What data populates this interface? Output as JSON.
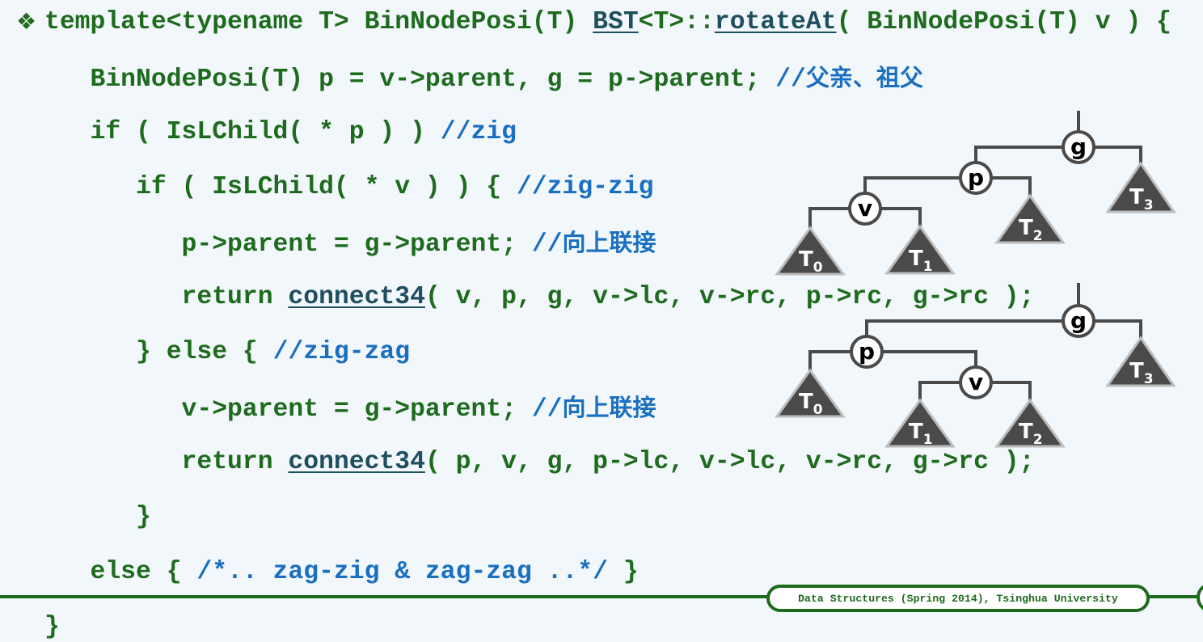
{
  "slide": {
    "bullet_icon": "diamond-bullet-icon",
    "code_lines": [
      [
        {
          "t": "template<typename T> BinNodePosi(T) ",
          "k": "code"
        },
        {
          "t": "BST",
          "k": "link"
        },
        {
          "t": "<T>::",
          "k": "code"
        },
        {
          "t": "rotateAt",
          "k": "link"
        },
        {
          "t": "( BinNodePosi(T) v ) {",
          "k": "code"
        }
      ],
      [
        {
          "t": "   BinNodePosi(T) p = v->parent, g = p->parent; ",
          "k": "code"
        },
        {
          "t": "//",
          "k": "comment"
        },
        {
          "t": "父亲、祖父",
          "k": "cjk"
        }
      ],
      [
        {
          "t": "   if ( IsLChild( * p ) ) ",
          "k": "code"
        },
        {
          "t": "//zig",
          "k": "comment"
        }
      ],
      [
        {
          "t": "      if ( IsLChild( * v ) ) { ",
          "k": "code"
        },
        {
          "t": "//zig-zig",
          "k": "comment"
        }
      ],
      [
        {
          "t": "         p->parent = g->parent; ",
          "k": "code"
        },
        {
          "t": "//",
          "k": "comment"
        },
        {
          "t": "向上联接",
          "k": "cjk"
        }
      ],
      [
        {
          "t": "         return ",
          "k": "code"
        },
        {
          "t": "connect34",
          "k": "link"
        },
        {
          "t": "( v, p, g, v->lc, v->rc, p->rc, g->rc );",
          "k": "code"
        }
      ],
      [
        {
          "t": "      } else { ",
          "k": "code"
        },
        {
          "t": "//zig-zag",
          "k": "comment"
        }
      ],
      [
        {
          "t": "         v->parent = g->parent; ",
          "k": "code"
        },
        {
          "t": "//",
          "k": "comment"
        },
        {
          "t": "向上联接",
          "k": "cjk"
        }
      ],
      [
        {
          "t": "         return ",
          "k": "code"
        },
        {
          "t": "connect34",
          "k": "link"
        },
        {
          "t": "( p, v, g, p->lc, v->lc, v->rc, g->rc );",
          "k": "code"
        }
      ],
      [
        {
          "t": "      }",
          "k": "code"
        }
      ],
      [
        {
          "t": "   else { ",
          "k": "code"
        },
        {
          "t": "/*.. zag-zig & zag-zag ..*/",
          "k": "comment"
        },
        {
          "t": " }",
          "k": "code"
        }
      ],
      [
        {
          "t": "}",
          "k": "code"
        }
      ]
    ]
  },
  "diagrams": {
    "zig_zig": {
      "nodes": [
        "g",
        "p",
        "v"
      ],
      "subtrees": [
        {
          "base": "T",
          "sub": "0"
        },
        {
          "base": "T",
          "sub": "1"
        },
        {
          "base": "T",
          "sub": "2"
        },
        {
          "base": "T",
          "sub": "3"
        }
      ]
    },
    "zig_zag": {
      "nodes": [
        "g",
        "p",
        "v"
      ],
      "subtrees": [
        {
          "base": "T",
          "sub": "0"
        },
        {
          "base": "T",
          "sub": "1"
        },
        {
          "base": "T",
          "sub": "2"
        },
        {
          "base": "T",
          "sub": "3"
        }
      ]
    }
  },
  "footer": {
    "text": "Data Structures (Spring 2014), Tsinghua University"
  },
  "colors": {
    "code": "#1e6b1e",
    "comment": "#1a6fc0",
    "link": "#1f4e5f",
    "background": "#f2f7fb",
    "tree": "#4a4a4a"
  }
}
